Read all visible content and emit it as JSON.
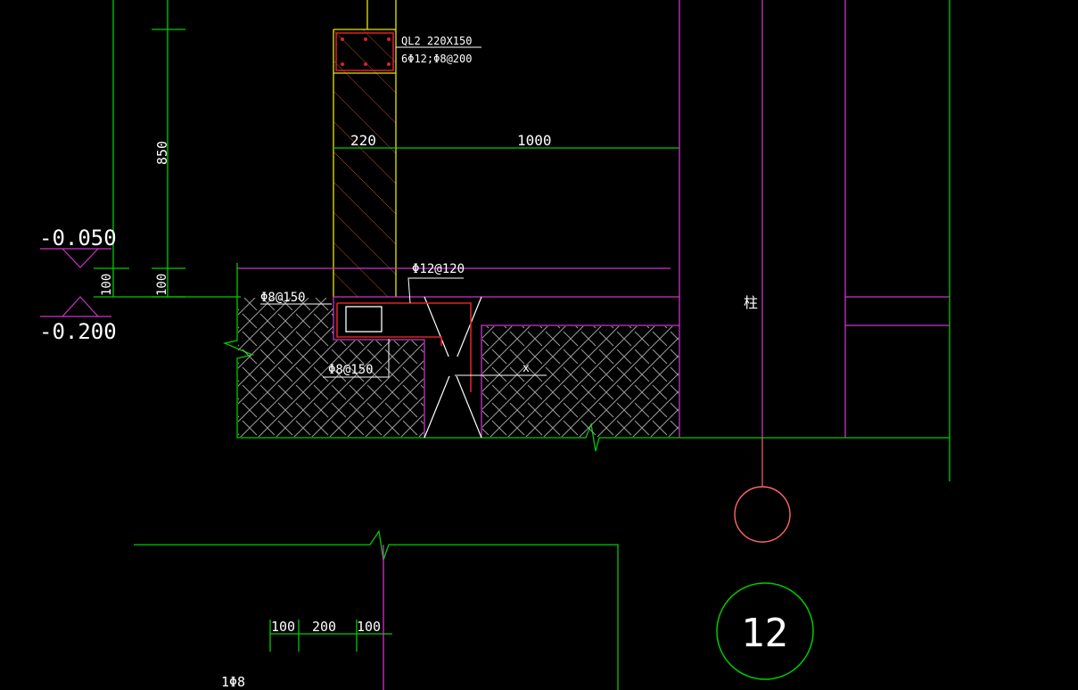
{
  "colors": {
    "background": "#000000",
    "green": "#00cc00",
    "magenta": "#cc33cc",
    "yellow": "#e6e600",
    "red": "#dd2222",
    "white": "#ffffff",
    "hatch": "#aaaaaa",
    "column_hatch": "#cc4422",
    "marker": "#ff6666"
  },
  "drawing": {
    "column_label": "QL2 220X150",
    "column_rebar": "6Φ12;Φ8@200",
    "dim_220": "220",
    "dim_1000": "1000",
    "dim_850": "850",
    "dim_100_a": "100",
    "dim_100_b": "100",
    "level_top": "-0.050",
    "level_bottom": "-0.200",
    "rebar_top": "Φ12@120",
    "rebar_left": "Φ8@150",
    "rebar_bottom": "Φ8@150",
    "rebar_side": "x",
    "column_tag": "柱",
    "dim_bottom_1": "100",
    "dim_bottom_2": "200",
    "dim_bottom_3": "100",
    "rebar_bottom_left": "1Φ8",
    "section_number": "12"
  }
}
